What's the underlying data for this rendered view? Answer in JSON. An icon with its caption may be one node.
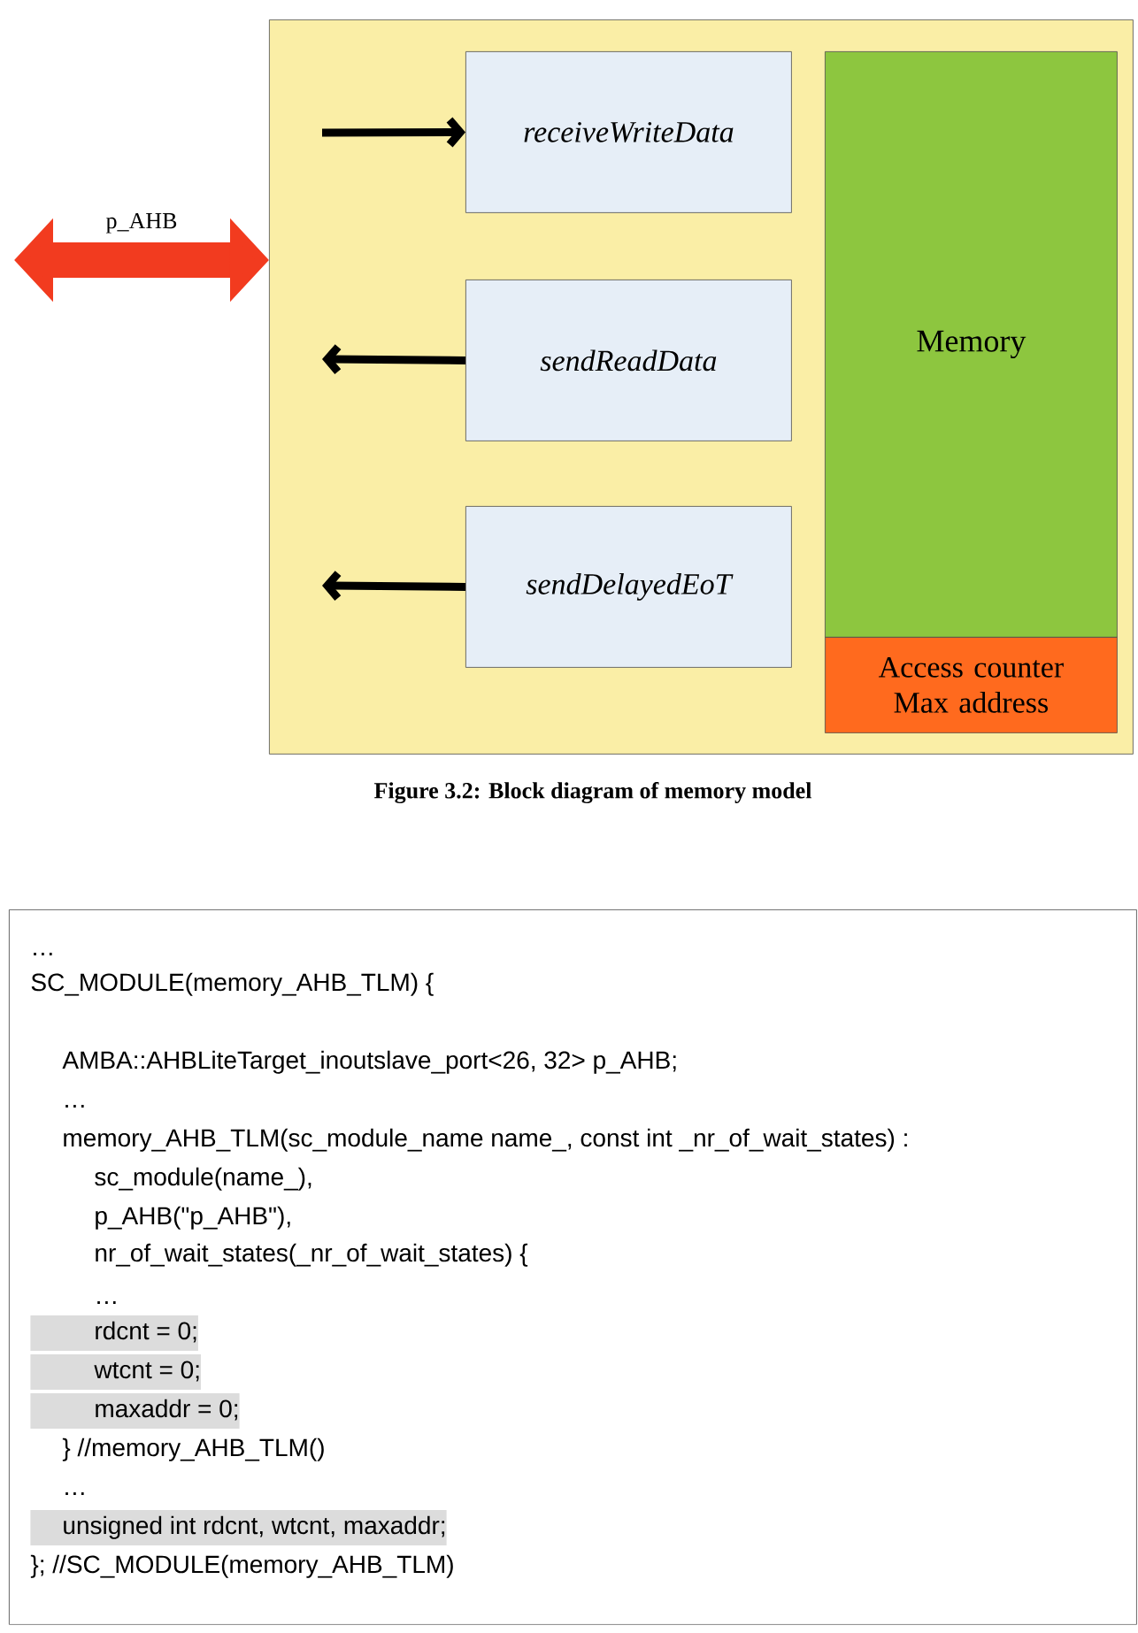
{
  "diagram": {
    "caption": "Figure 3.2: Block diagram of memory model",
    "nodes": [
      {
        "text": [],
        "shape": "box"
      },
      {
        "text": [
          "receiveWriteData"
        ],
        "in": 0
      },
      {
        "text": [
          "sendReadData"
        ],
        "in": 0
      },
      {
        "text": [
          "sendDelayedEoT"
        ],
        "in": 0
      },
      {
        "text": [
          "Memory"
        ],
        "in": 0
      },
      {
        "text": [
          "Access counter Max address"
        ],
        "in": 0
      },
      {
        "text": [
          "…",
          "SC_MODULE(memory_AHB_TLM) {",
          "AMBA::AHBLiteTarget_inoutslave_port<26, 32> p_AHB;",
          "…",
          "memory_AHB_TLM(sc_module_name name_, const int _nr_of_wait_states) :",
          "sc_module(name_),",
          "p_AHB(\"p_AHB\"),",
          "nr_of_wait_states(_nr_of_wait_states) {",
          "…",
          "rdcnt = 0;",
          "wtcnt = 0;",
          "maxaddr = 0;",
          "} //memory_AHB_TLM()",
          "…",
          "unsigned int rdcnt, wtcnt, maxaddr;",
          "}; //SC_MODULE(memory_AHB_TLM)"
        ]
      }
    ],
    "edges": [
      {
        "from": null,
        "to": 0,
        "arrow": "both",
        "label": "p_AHB",
        "style": "thick",
        "color": "#f23b1f"
      },
      {
        "from": null,
        "to": 1,
        "arrow": "to"
      },
      {
        "from": 2,
        "to": null,
        "arrow": "to"
      },
      {
        "from": 3,
        "to": null,
        "arrow": "to"
      }
    ]
  }
}
